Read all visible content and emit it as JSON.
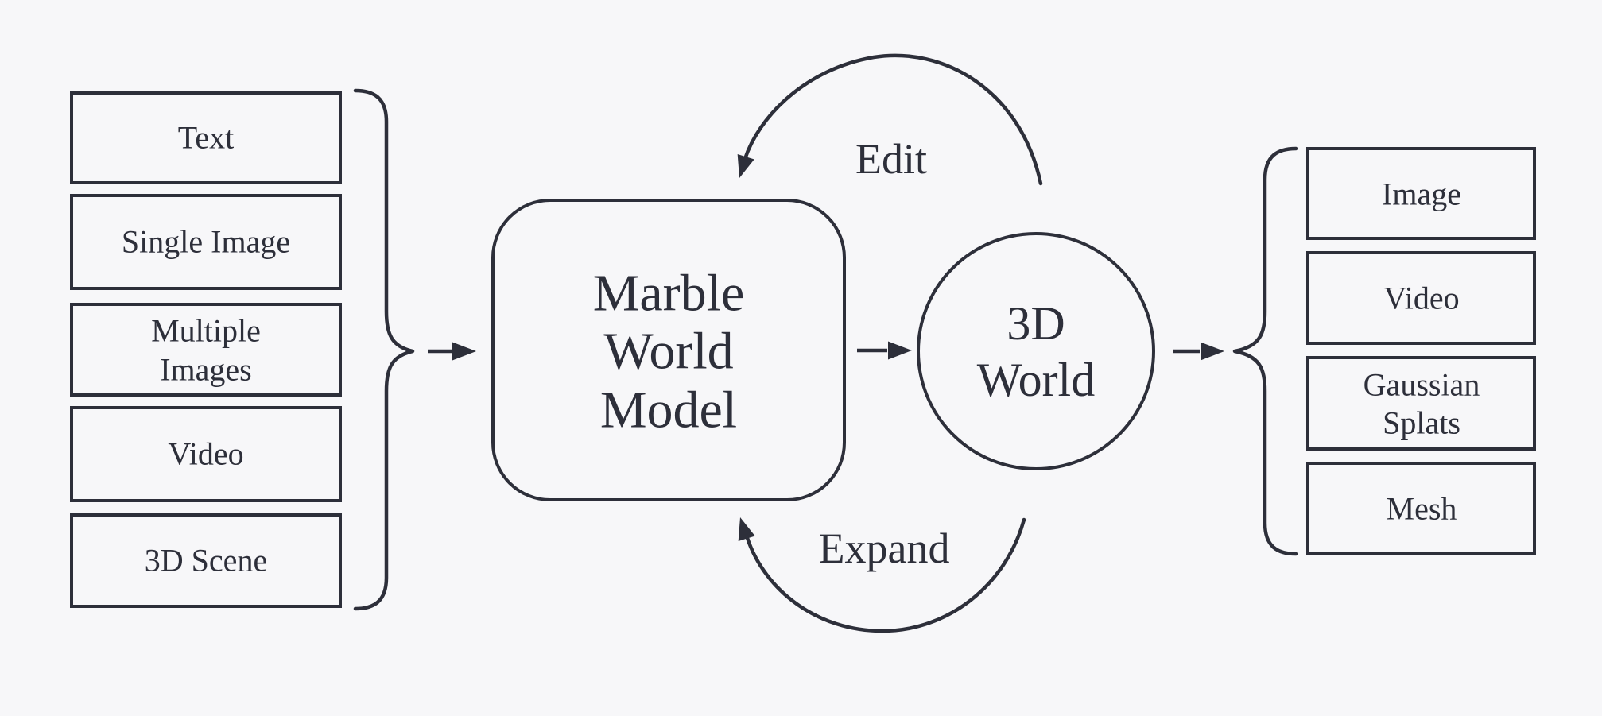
{
  "colors": {
    "background": "#f7f7f9",
    "ink": "#2d2f3a"
  },
  "diagram": {
    "inputs": [
      {
        "label": "Text",
        "lines": [
          "Text"
        ]
      },
      {
        "label": "Single Image",
        "lines": [
          "Single Image"
        ]
      },
      {
        "label": "Multiple Images",
        "lines": [
          "Multiple",
          "Images"
        ]
      },
      {
        "label": "Video",
        "lines": [
          "Video"
        ]
      },
      {
        "label": "3D Scene",
        "lines": [
          "3D Scene"
        ]
      }
    ],
    "model": {
      "label": "Marble World Model",
      "lines": [
        "Marble",
        "World",
        "Model"
      ]
    },
    "world": {
      "label": "3D World",
      "lines": [
        "3D",
        "World"
      ]
    },
    "loops": {
      "edit": "Edit",
      "expand": "Expand"
    },
    "outputs": [
      {
        "label": "Image",
        "lines": [
          "Image"
        ]
      },
      {
        "label": "Video",
        "lines": [
          "Video"
        ]
      },
      {
        "label": "Gaussian Splats",
        "lines": [
          "Gaussian",
          "Splats"
        ]
      },
      {
        "label": "Mesh",
        "lines": [
          "Mesh"
        ]
      }
    ]
  }
}
